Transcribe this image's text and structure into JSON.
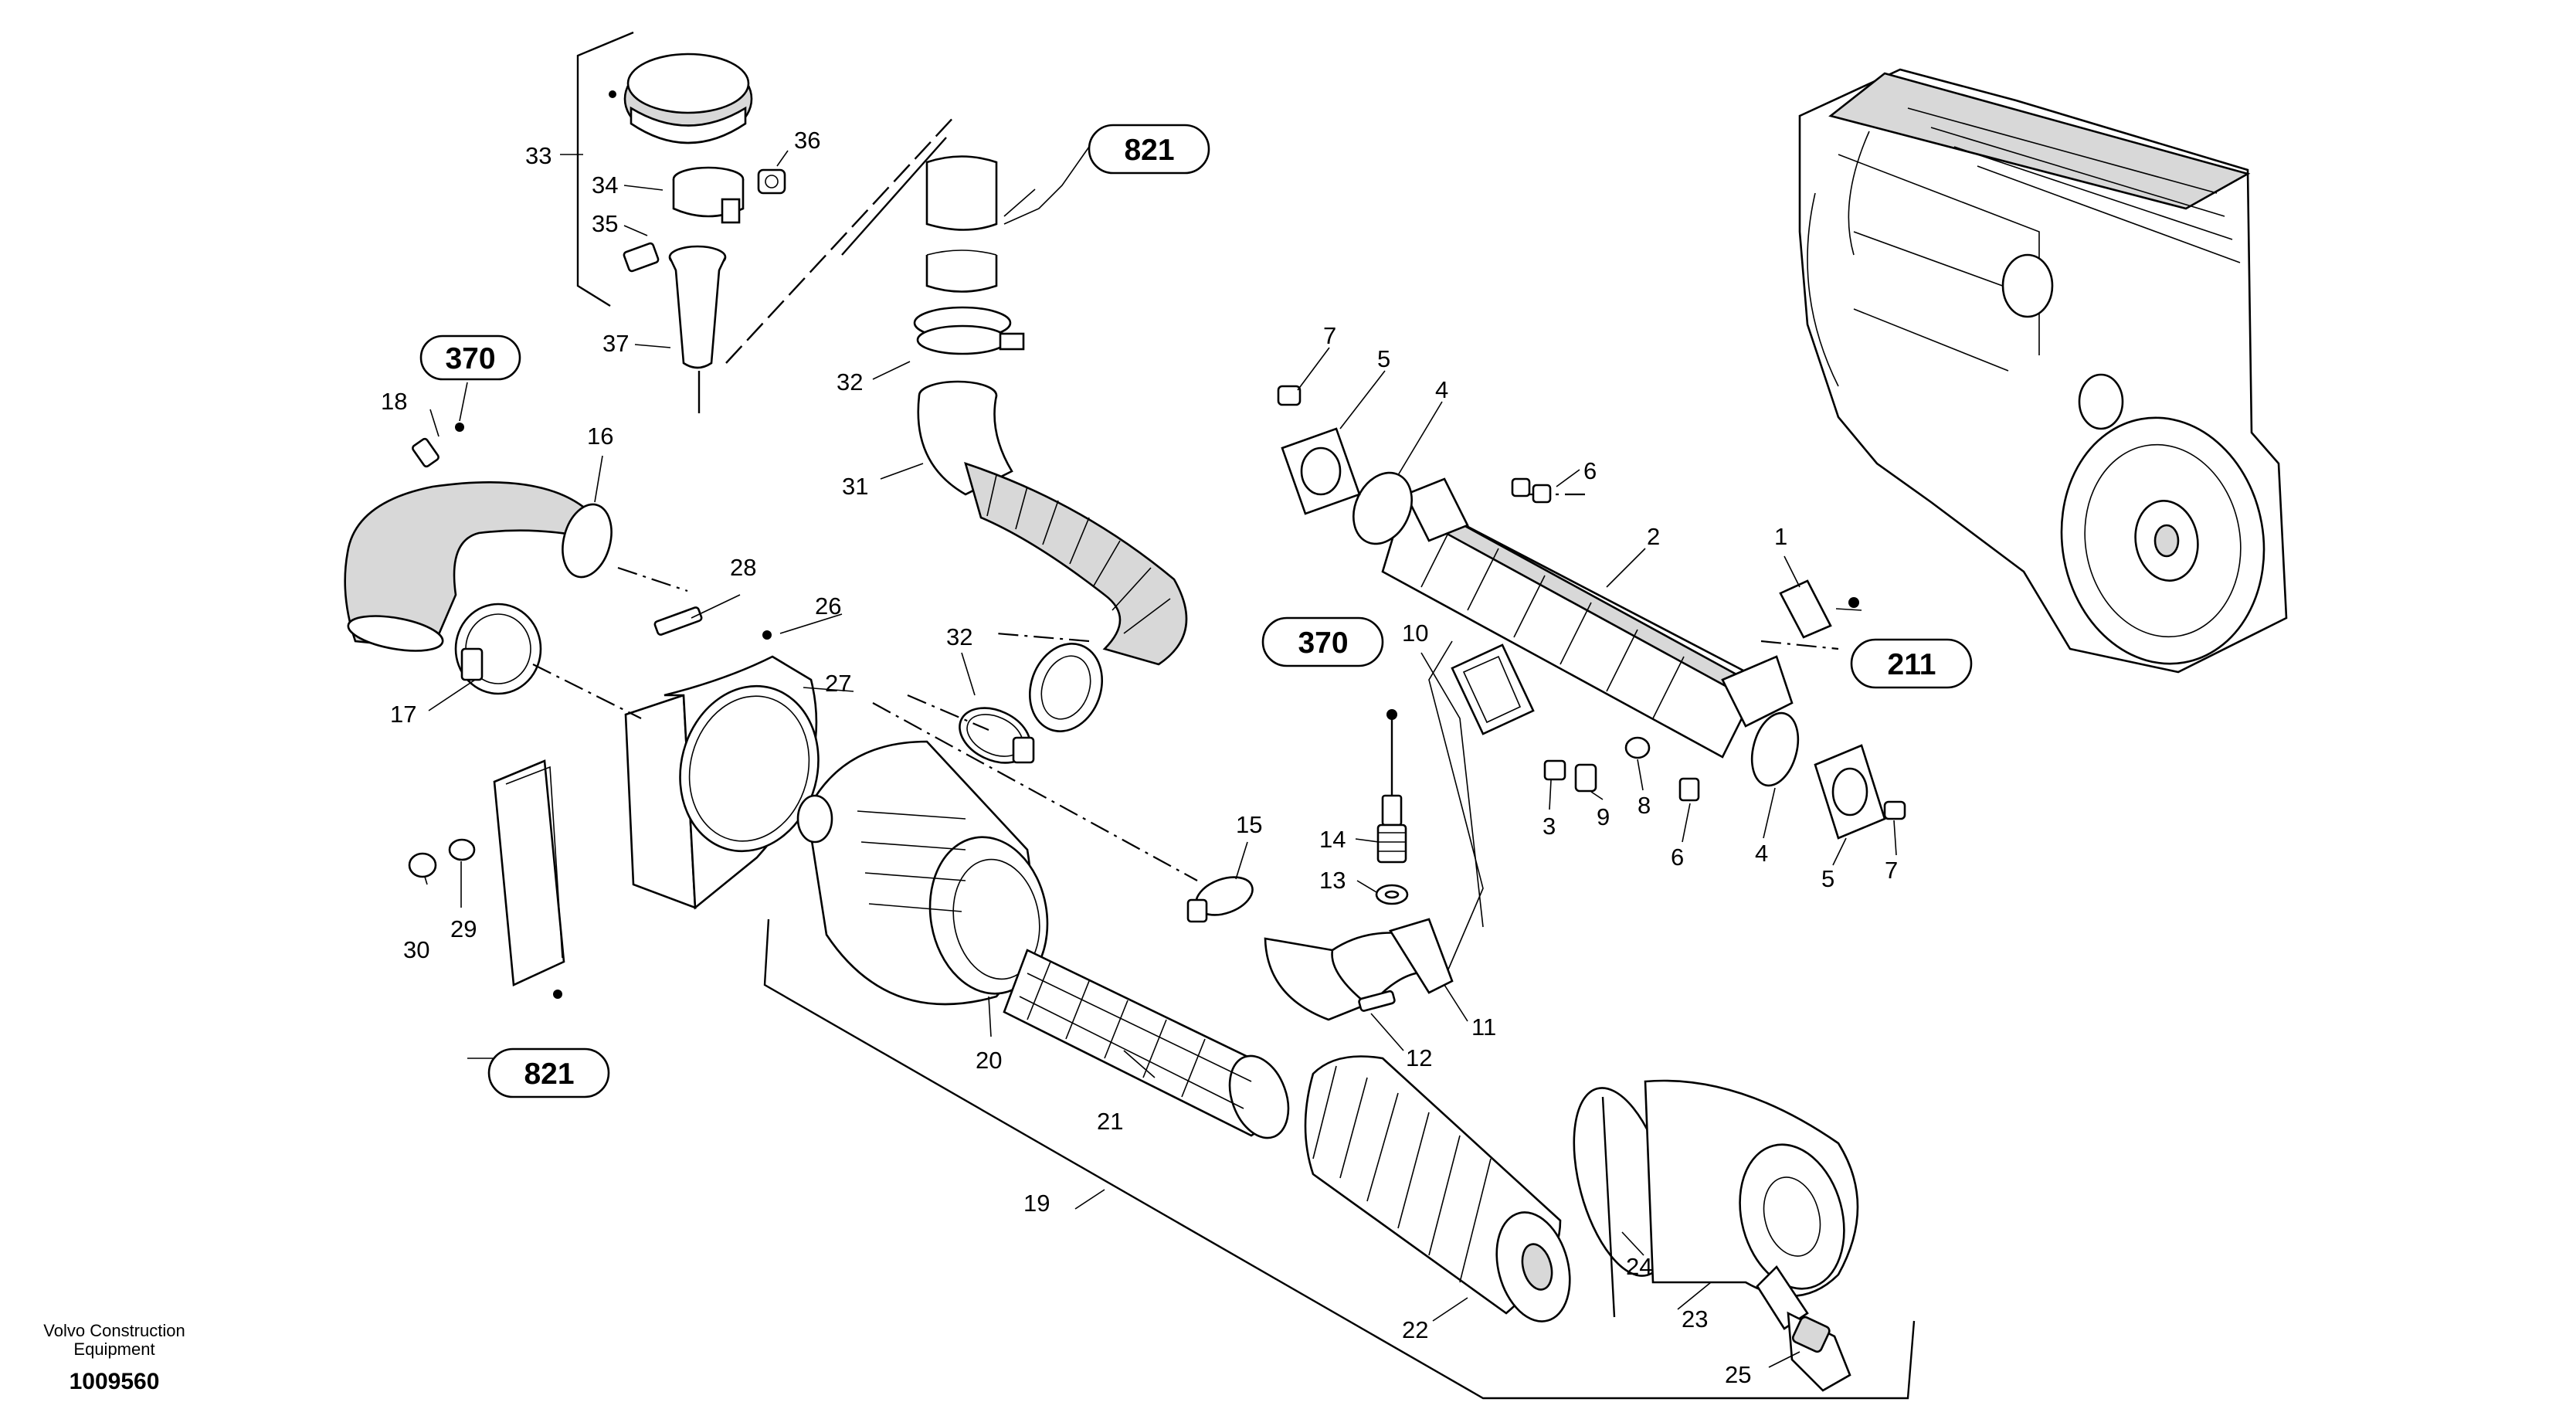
{
  "footer": {
    "company_line1": "Volvo Construction",
    "company_line2": "Equipment",
    "drawing_number": "1009560"
  },
  "reference_callouts": [
    {
      "id": "ref-370-left",
      "text": "370"
    },
    {
      "id": "ref-821-top",
      "text": "821"
    },
    {
      "id": "ref-370-mid",
      "text": "370"
    },
    {
      "id": "ref-211",
      "text": "211"
    },
    {
      "id": "ref-821-bottom",
      "text": "821"
    }
  ],
  "part_labels": [
    {
      "id": "p33",
      "text": "33"
    },
    {
      "id": "p34",
      "text": "34"
    },
    {
      "id": "p35",
      "text": "35"
    },
    {
      "id": "p36",
      "text": "36"
    },
    {
      "id": "p37",
      "text": "37"
    },
    {
      "id": "p18",
      "text": "18"
    },
    {
      "id": "p16",
      "text": "16"
    },
    {
      "id": "p17",
      "text": "17"
    },
    {
      "id": "p28",
      "text": "28"
    },
    {
      "id": "p26",
      "text": "26"
    },
    {
      "id": "p27",
      "text": "27"
    },
    {
      "id": "p30",
      "text": "30"
    },
    {
      "id": "p29",
      "text": "29"
    },
    {
      "id": "p32a",
      "text": "32"
    },
    {
      "id": "p31",
      "text": "31"
    },
    {
      "id": "p32b",
      "text": "32"
    },
    {
      "id": "p20",
      "text": "20"
    },
    {
      "id": "p21",
      "text": "21"
    },
    {
      "id": "p19",
      "text": "19"
    },
    {
      "id": "p15",
      "text": "15"
    },
    {
      "id": "p14",
      "text": "14"
    },
    {
      "id": "p13",
      "text": "13"
    },
    {
      "id": "p12",
      "text": "12"
    },
    {
      "id": "p11",
      "text": "11"
    },
    {
      "id": "p10",
      "text": "10"
    },
    {
      "id": "p7a",
      "text": "7"
    },
    {
      "id": "p5a",
      "text": "5"
    },
    {
      "id": "p4a",
      "text": "4"
    },
    {
      "id": "p6a",
      "text": "6"
    },
    {
      "id": "p2",
      "text": "2"
    },
    {
      "id": "p1",
      "text": "1"
    },
    {
      "id": "p3",
      "text": "3"
    },
    {
      "id": "p9",
      "text": "9"
    },
    {
      "id": "p8",
      "text": "8"
    },
    {
      "id": "p6b",
      "text": "6"
    },
    {
      "id": "p4b",
      "text": "4"
    },
    {
      "id": "p5b",
      "text": "5"
    },
    {
      "id": "p7b",
      "text": "7"
    },
    {
      "id": "p22",
      "text": "22"
    },
    {
      "id": "p23",
      "text": "23"
    },
    {
      "id": "p24",
      "text": "24"
    },
    {
      "id": "p25",
      "text": "25"
    }
  ]
}
